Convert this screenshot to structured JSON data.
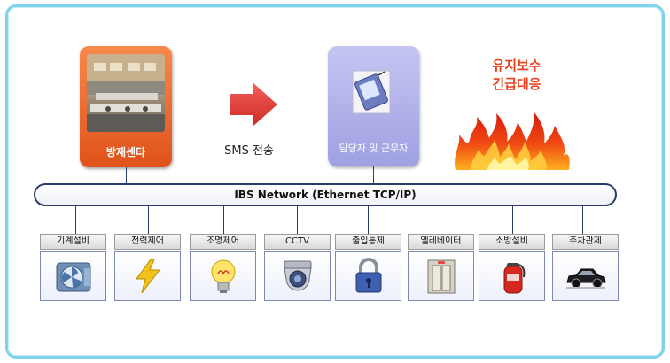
{
  "control_center": {
    "label": "방재센타"
  },
  "sms": {
    "label": "SMS 전송"
  },
  "manager": {
    "label": "담당자 및 근무자"
  },
  "urgent": {
    "line1": "유지보수",
    "line2": "긴급대응"
  },
  "network": {
    "label": "IBS Network (Ethernet TCP/IP)"
  },
  "devices": [
    {
      "label": "기계설비",
      "icon": "fan-icon"
    },
    {
      "label": "전력제어",
      "icon": "lightning-icon"
    },
    {
      "label": "조명제어",
      "icon": "lightbulb-icon"
    },
    {
      "label": "CCTV",
      "icon": "camera-icon"
    },
    {
      "label": "출입통제",
      "icon": "lock-icon"
    },
    {
      "label": "엘레베이터",
      "icon": "elevator-icon"
    },
    {
      "label": "소방설비",
      "icon": "fire-extinguisher-icon"
    },
    {
      "label": "주차관제",
      "icon": "car-icon"
    }
  ],
  "colors": {
    "border": "#7fd3ea",
    "orange": "#e0521a",
    "purple": "#a9aae6",
    "arrow": "#e23a32",
    "alert": "#e8401a",
    "bus": "#2b3d66"
  }
}
